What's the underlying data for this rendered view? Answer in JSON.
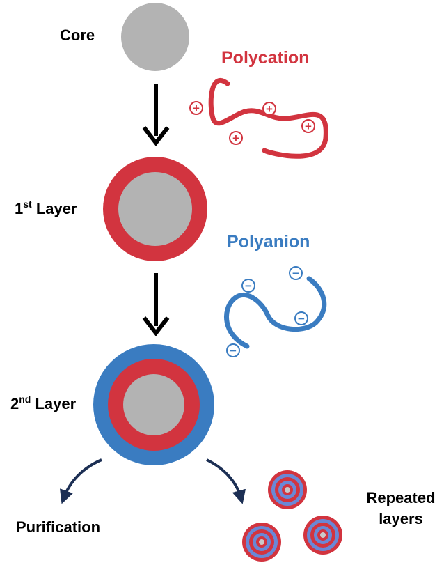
{
  "labels": {
    "core": "Core",
    "layer1_prefix": "1",
    "layer1_sup": "st",
    "layer1_suffix": " Layer",
    "layer2_prefix": "2",
    "layer2_sup": "nd",
    "layer2_suffix": " Layer",
    "polycation": "Polycation",
    "polyanion": "Polyanion",
    "purification": "Purification",
    "repeated_line1": "Repeated",
    "repeated_line2": "layers"
  },
  "symbols": {
    "plus": "+",
    "minus": "−"
  },
  "colors": {
    "core": "#b3b3b3",
    "polycation": "#d2343f",
    "polyanion": "#3a7cc1",
    "arrow": "#000000",
    "curved_arrow": "#1c2f54",
    "text": "#000000"
  }
}
